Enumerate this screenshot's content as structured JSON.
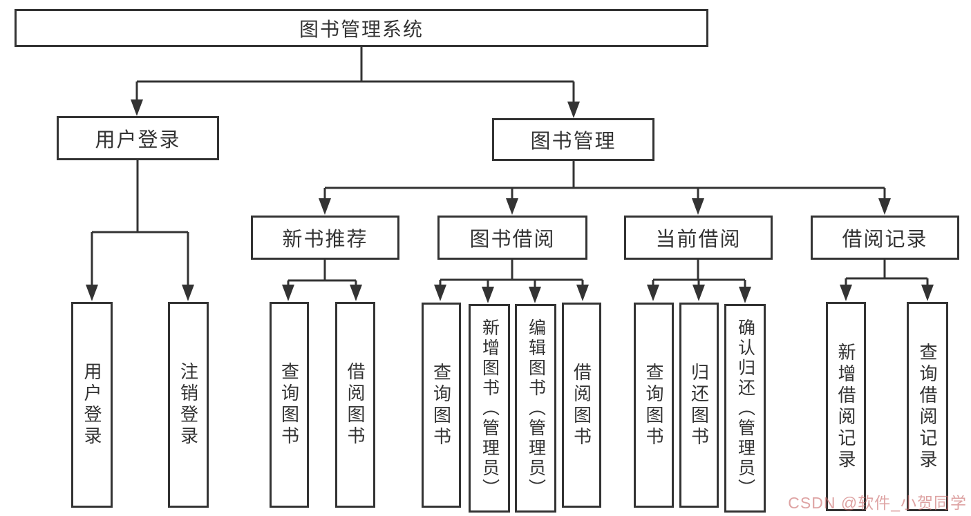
{
  "colors": {
    "line": "#333333",
    "box_border": "#333333",
    "text": "#333333",
    "background": "#ffffff",
    "watermark": "#c96a6a"
  },
  "watermark": {
    "text": "CSDN @软件_小贺同学"
  },
  "tree": {
    "root": {
      "label": "图书管理系统",
      "children": [
        {
          "label": "用户登录",
          "children": [
            {
              "label": "用户登录"
            },
            {
              "label": "注销登录"
            }
          ]
        },
        {
          "label": "图书管理",
          "children": [
            {
              "label": "新书推荐",
              "children": [
                {
                  "label": "查询图书"
                },
                {
                  "label": "借阅图书"
                }
              ]
            },
            {
              "label": "图书借阅",
              "children": [
                {
                  "label": "查询图书"
                },
                {
                  "label": "新增图书（管理员）"
                },
                {
                  "label": "编辑图书（管理员）"
                },
                {
                  "label": "借阅图书"
                }
              ]
            },
            {
              "label": "当前借阅",
              "children": [
                {
                  "label": "查询图书"
                },
                {
                  "label": "归还图书"
                },
                {
                  "label": "确认归还（管理员）"
                }
              ]
            },
            {
              "label": "借阅记录",
              "children": [
                {
                  "label": "新增借阅记录"
                },
                {
                  "label": "查询借阅记录"
                }
              ]
            }
          ]
        }
      ]
    }
  }
}
